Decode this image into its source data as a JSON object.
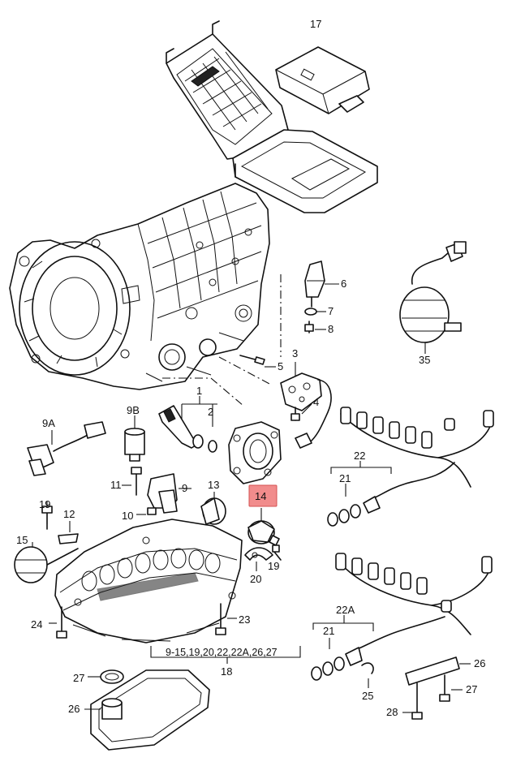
{
  "diagram": {
    "highlight_color": "#f08080",
    "highlighted_part": "14",
    "labels": {
      "p17": "17",
      "p6": "6",
      "p7": "7",
      "p8": "8",
      "p35": "35",
      "p3": "3",
      "p5": "5",
      "p4": "4",
      "p1": "1",
      "p2": "2",
      "p9b": "9B",
      "p9a": "9A",
      "p22": "22",
      "p21a": "21",
      "p9": "9",
      "p11": "11",
      "p10": "10",
      "p13": "13",
      "p14": "14",
      "p19a": "19",
      "p12": "12",
      "p15": "15",
      "p19b": "19",
      "p20": "20",
      "p24": "24",
      "p23": "23",
      "p22a": "22A",
      "p21b": "21",
      "p18_range": "9-15,19,20,22,22A,26,27",
      "p18": "18",
      "p26a": "26",
      "p25": "25",
      "p27a": "27",
      "p27b": "27",
      "p26b": "26",
      "p28": "28"
    }
  }
}
